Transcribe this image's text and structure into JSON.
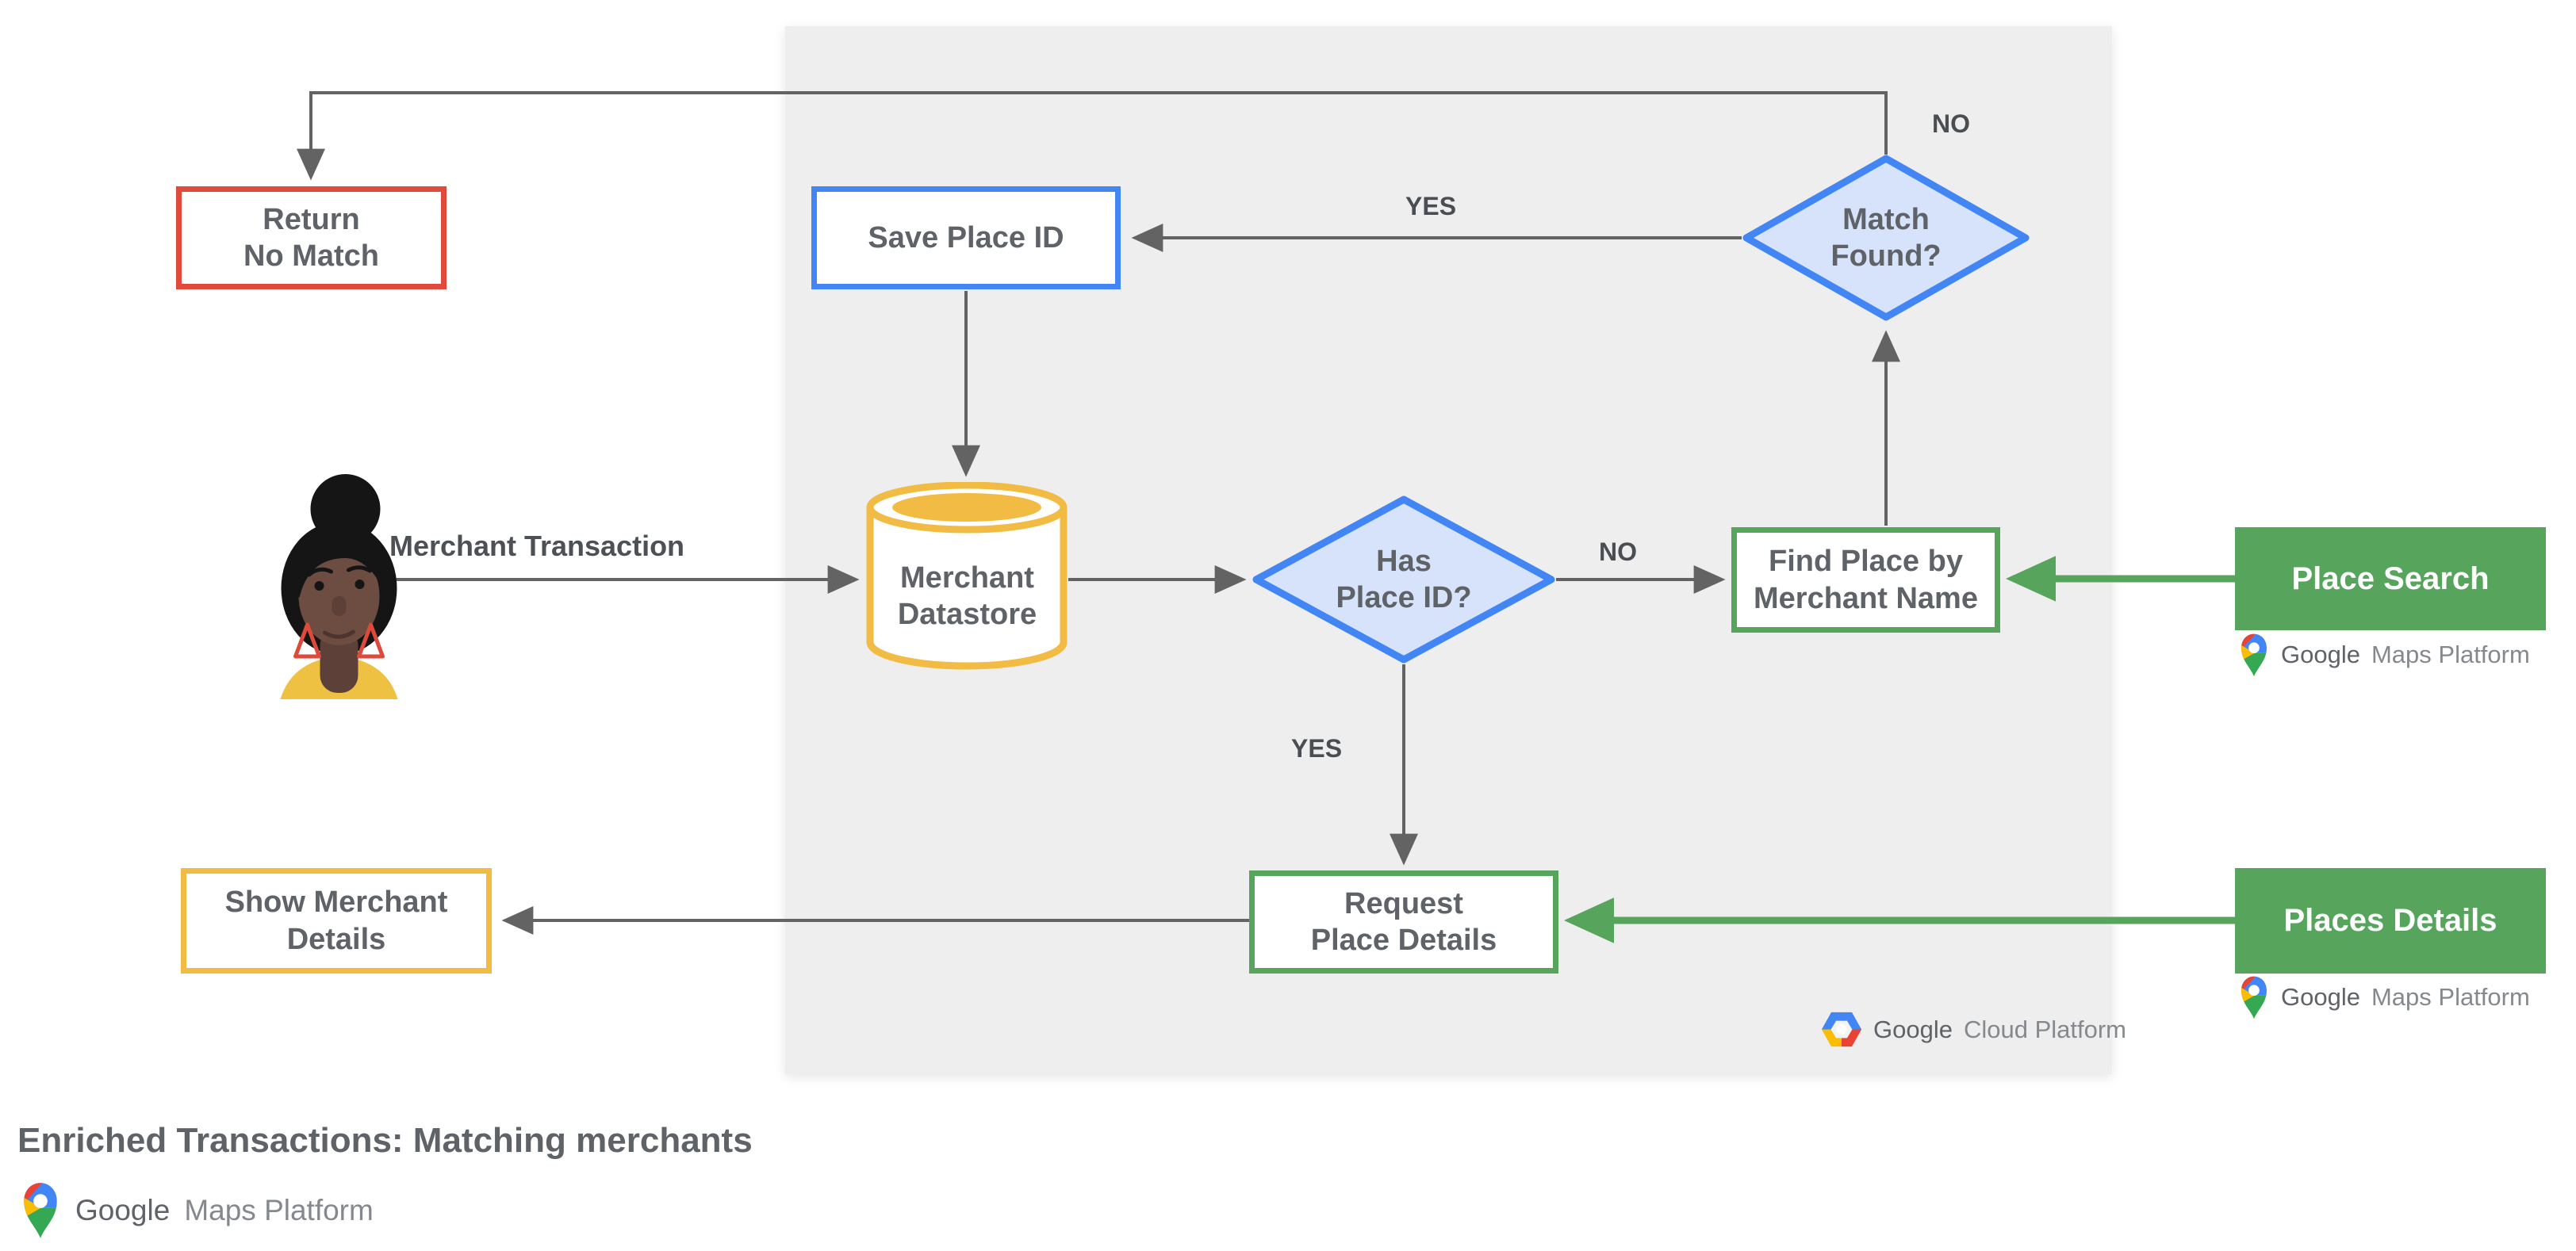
{
  "colors": {
    "red": "#DF4A3B",
    "blue": "#4285F4",
    "blue_fill": "#D6E3FB",
    "yellow": "#F2BB43",
    "green": "#57A55C",
    "line": "#636363",
    "text": "#5F6368",
    "panel": "#EEEEEE"
  },
  "nodes": {
    "return_no_match": {
      "label": "Return\nNo Match"
    },
    "save_place_id": {
      "label": "Save Place ID"
    },
    "match_found": {
      "label": "Match\nFound?"
    },
    "merchant_datastore": {
      "label": "Merchant\nDatastore"
    },
    "has_place_id": {
      "label": "Has\nPlace ID?"
    },
    "find_place_by_merchant_name": {
      "label": "Find Place by\nMerchant Name"
    },
    "place_search": {
      "label": "Place Search"
    },
    "request_place_details": {
      "label": "Request\nPlace Details"
    },
    "places_details": {
      "label": "Places Details"
    },
    "show_merchant_details": {
      "label": "Show Merchant\nDetails"
    }
  },
  "edge_labels": {
    "match_found_no": "NO",
    "match_found_yes": "YES",
    "has_place_id_no": "NO",
    "has_place_id_yes": "YES",
    "merchant_transaction": "Merchant Transaction"
  },
  "logos": {
    "google_maps_platform": {
      "google": "Google",
      "rest": "Maps Platform"
    },
    "google_cloud_platform": {
      "google": "Google",
      "rest": "Cloud Platform"
    }
  },
  "footer": {
    "title": "Enriched Transactions: Matching merchants"
  }
}
